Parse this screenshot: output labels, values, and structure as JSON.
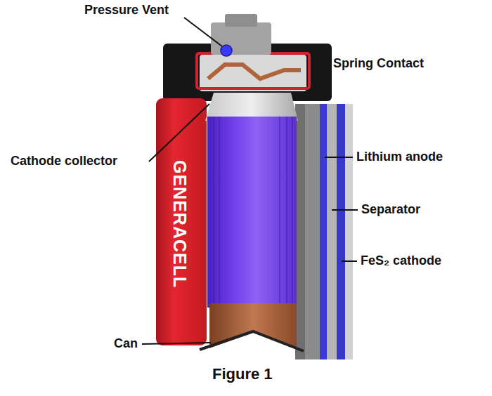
{
  "diagram": {
    "caption": "Figure 1",
    "labels": [
      "Pressure Vent",
      "Spring Contact",
      "Cathode collector",
      "Lithium anode",
      "Separator",
      "FeS₂ cathode",
      "Can",
      "GENERACELL"
    ]
  }
}
